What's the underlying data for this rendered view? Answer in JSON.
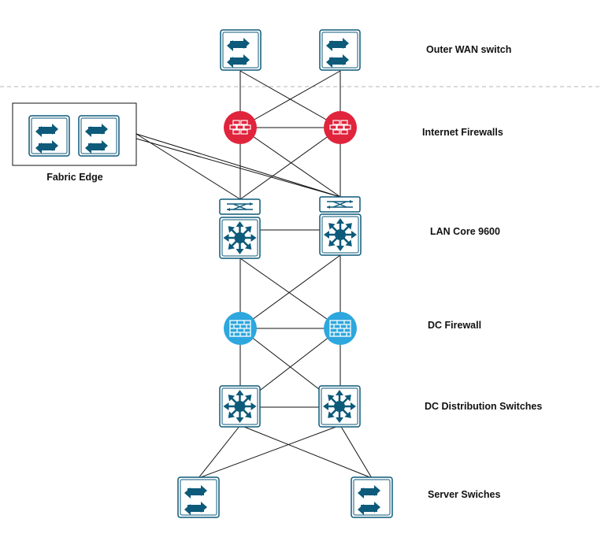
{
  "labels": {
    "outer_wan": "Outer WAN switch",
    "internet_firewalls": "Internet Firewalls",
    "fabric_edge": "Fabric Edge",
    "lan_core": "LAN Core 9600",
    "dc_firewall": "DC Firewall",
    "dc_distribution": "DC Distribution Switches",
    "server_switches": "Server Swiches"
  },
  "colors": {
    "device_blue": "#0d5a7a",
    "firewall_red": "#e0243c",
    "firewall_cyan": "#2da7de",
    "line": "#111111",
    "divider": "#b5b5b5"
  },
  "icons": {
    "wan_switch": "layer2-switch-icon",
    "internet_firewall": "firewall-brick-icon",
    "fabric_edge_switch": "layer2-switch-icon",
    "lan_core": "multilayer-switch-icon",
    "lan_core_module": "crossover-module-icon",
    "dc_firewall": "firewall-wall-icon",
    "dc_distribution": "multilayer-switch-icon",
    "server_switch": "layer2-switch-icon"
  }
}
